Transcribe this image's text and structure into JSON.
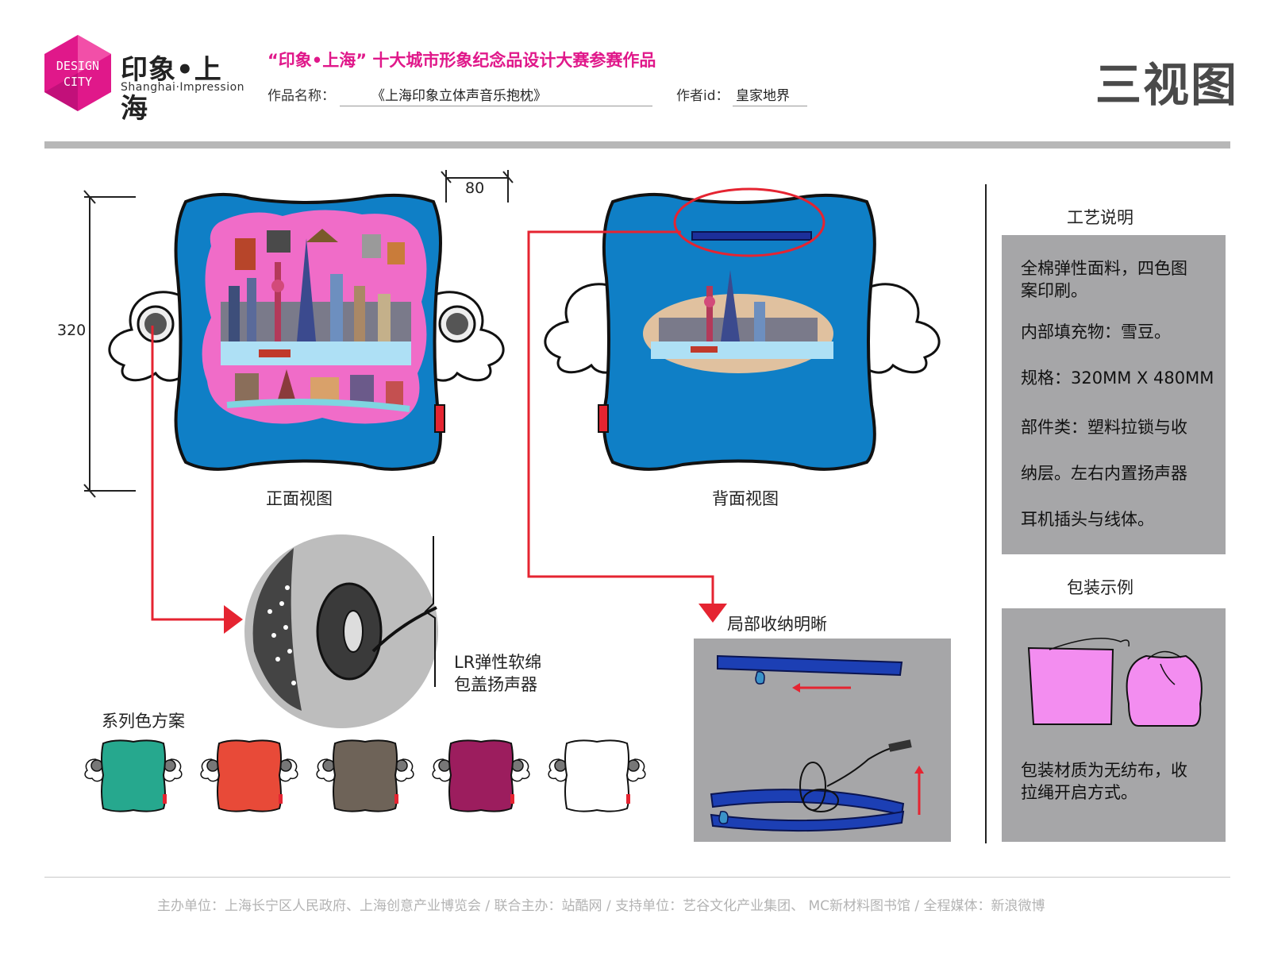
{
  "logo": {
    "badge_line1": "DESIGN",
    "badge_line2": "CITY",
    "name_cn": "印象•上海",
    "name_en": "Shanghai·Impression"
  },
  "header": {
    "contest_title": "“印象•上海” 十大城市形象纪念品设计大赛参赛作品",
    "work_name_label": "作品名称：",
    "work_name_value": "《上海印象立体声音乐抱枕》",
    "author_label": "作者id：",
    "author_value": "皇家地界",
    "view_title": "三视图"
  },
  "views": {
    "front_label": "正面视图",
    "back_label": "背面视图",
    "dim_height": "320",
    "dim_depth": "80"
  },
  "speaker_detail": {
    "caption_line1": "LR弹性软绵",
    "caption_line2": "包盖扬声器"
  },
  "storage_detail": {
    "title": "局部收纳明晰"
  },
  "color_series": {
    "title": "系列色方案",
    "colors": [
      "#26a88e",
      "#e84a38",
      "#6e6358",
      "#9c1d5e",
      "#ffffff"
    ]
  },
  "craft": {
    "title": "工艺说明",
    "lines": [
      "全棉弹性面料，四色图",
      "案印刷。",
      "内部填充物：雪豆。",
      "规格：320MM X 480MM",
      "部件类：塑料拉锁与收",
      "纳层。左右内置扬声器",
      "耳机插头与线体。"
    ]
  },
  "packaging": {
    "title": "包装示例",
    "line1": "包装材质为无纺布，收",
    "line2": "拉绳开启方式。"
  },
  "colors": {
    "brand_pink": "#e0188a",
    "pillow_blue": "#0f7fc6",
    "panel_gray": "#a6a6a8",
    "accent_red": "#e52431"
  },
  "footer": {
    "text": "主办单位：上海长宁区人民政府、上海创意产业博览会 / 联合主办：站酷网 / 支持单位：艺谷文化产业集团、 MC新材料图书馆 / 全程媒体：新浪微博"
  }
}
